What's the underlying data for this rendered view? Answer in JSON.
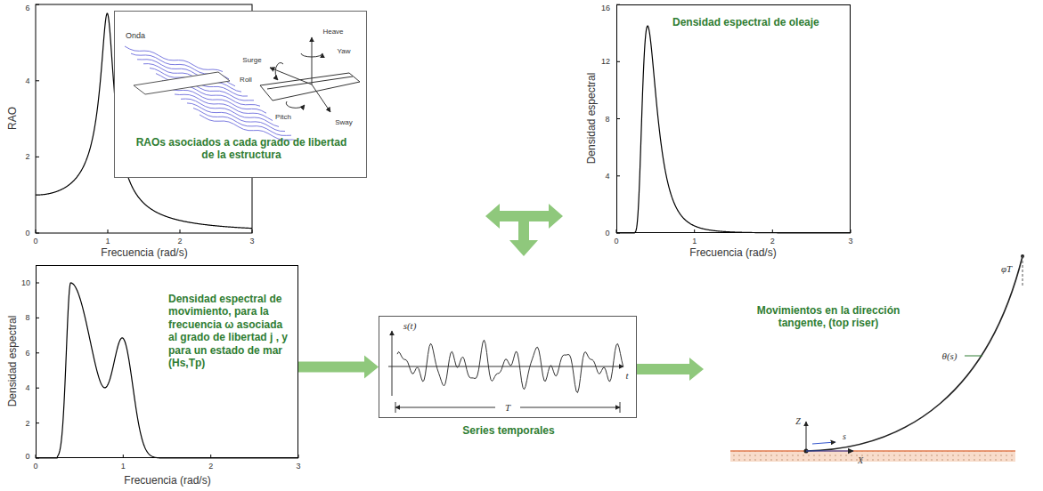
{
  "diagram": {
    "nodes": [
      {
        "text": [
          "RAOs asociados a cada grado de libertad de la estructura"
        ]
      },
      {
        "text": [
          "Densidad espectral de oleaje"
        ]
      },
      {
        "text": [
          "Densidad espectral de movimiento, para la frecuencia ω asociada al grado de libertad j , y para un estado de mar (Hs,Tp)"
        ]
      },
      {
        "text": [
          "Series temporales"
        ]
      },
      {
        "text": [
          "Movimientos en la dirección tangente, (top riser)"
        ]
      }
    ],
    "edges": [
      {
        "from": 2,
        "to": 3,
        "arrow": "to"
      },
      {
        "from": 3,
        "to": 4,
        "arrow": "to"
      }
    ],
    "labels": [
      "RAO",
      "Frecuencia (rad/s)",
      "0",
      "2",
      "4",
      "6",
      "0",
      "1",
      "2",
      "3",
      "Onda",
      "Surge",
      "Heave",
      "Yaw",
      "Roll",
      "Pitch",
      "Sway",
      "Densidad espectral",
      "Frecuencia (rad/s)",
      "0",
      "4",
      "8",
      "12",
      "16",
      "0",
      "1",
      "2",
      "3",
      "Densidad espectral",
      "Frecuencia (rad/s)",
      "0",
      "2",
      "4",
      "6",
      "8",
      "10",
      "0",
      "1",
      "2",
      "3",
      "s(t)",
      "t",
      "T",
      "Z",
      "X",
      "s",
      "θ(s)",
      "φT"
    ]
  }
}
